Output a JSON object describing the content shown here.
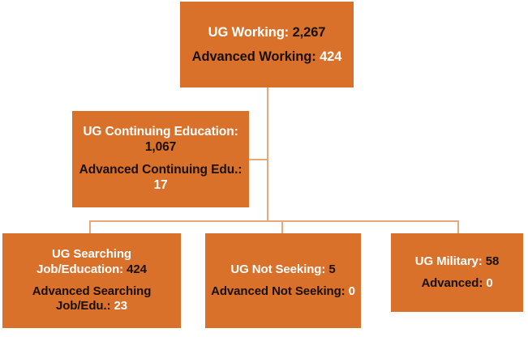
{
  "diagram": {
    "type": "hierarchy-flow-chart",
    "accent_box_color": "#d9712b",
    "connector_color": "#e8a87c",
    "background_color": "#ffffff",
    "label_primary_color": "#ffffff",
    "label_secondary_color": "#1a1008",
    "nodes": [
      {
        "id": "working",
        "rows": [
          {
            "label": "UG Working:",
            "value": "2,267"
          },
          {
            "label": "Advanced Working:",
            "value": "424"
          }
        ]
      },
      {
        "id": "continuing",
        "rows": [
          {
            "label": "UG Continuing Education:",
            "value": "1,067"
          },
          {
            "label": "Advanced Continuing Edu.:",
            "value": "17"
          }
        ]
      },
      {
        "id": "searching",
        "rows": [
          {
            "label": "UG Searching Job/Education:",
            "value": "424"
          },
          {
            "label": "Advanced Searching Job/Edu.:",
            "value": "23"
          }
        ]
      },
      {
        "id": "notseeking",
        "rows": [
          {
            "label": "UG Not Seeking:",
            "value": "5"
          },
          {
            "label": "Advanced Not Seeking:",
            "value": "0"
          }
        ]
      },
      {
        "id": "military",
        "rows": [
          {
            "label": "UG Military:",
            "value": "58"
          },
          {
            "label": "Advanced:",
            "value": "0"
          }
        ]
      }
    ]
  },
  "chart_data": {
    "type": "table",
    "title": "",
    "categories": [
      "UG Working",
      "UG Continuing Education",
      "UG Searching Job/Education",
      "UG Not Seeking",
      "UG Military"
    ],
    "series": [
      {
        "name": "Undergraduate",
        "values": [
          2267,
          1067,
          424,
          5,
          58
        ]
      },
      {
        "name": "Advanced",
        "values": [
          424,
          17,
          23,
          0,
          0
        ]
      }
    ]
  }
}
